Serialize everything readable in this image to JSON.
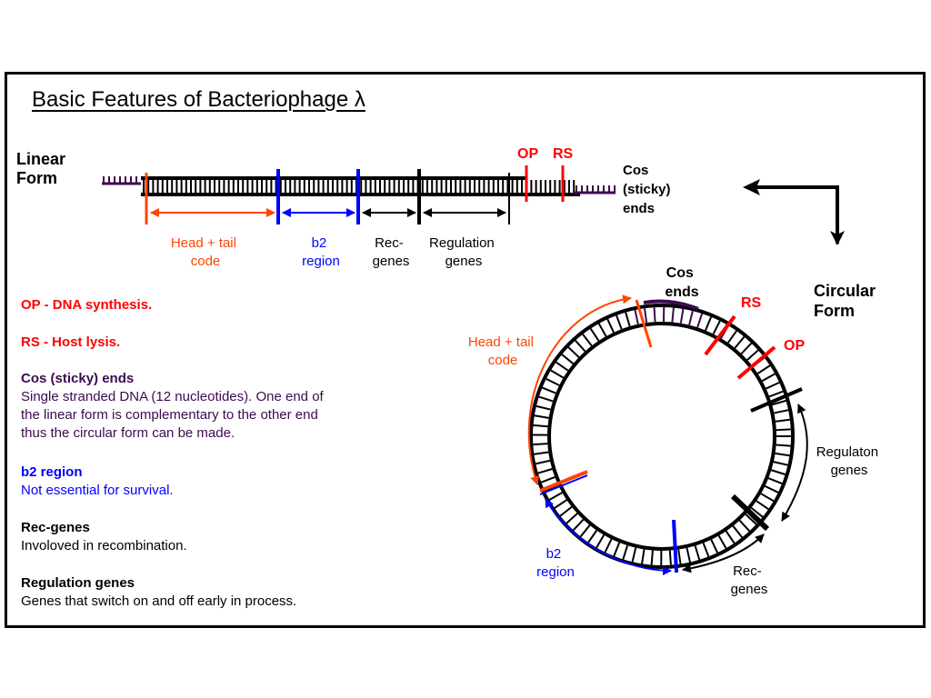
{
  "title": "Basic Features of Bacteriophage λ",
  "linear": {
    "form_label": [
      "Linear",
      "Form"
    ],
    "cos_label": [
      "Cos",
      "(sticky)",
      "ends"
    ],
    "op": "OP",
    "rs": "RS",
    "head_tail": [
      "Head + tail",
      "code"
    ],
    "b2": [
      "b2",
      "region"
    ],
    "rec": [
      "Rec-",
      "genes"
    ],
    "regulation": [
      "Regulation",
      "genes"
    ]
  },
  "circular": {
    "form_label": [
      "Circular",
      "Form"
    ],
    "cos_label": [
      "Cos",
      "ends"
    ],
    "rs": "RS",
    "op": "OP",
    "head_tail": [
      "Head + tail",
      "code"
    ],
    "regulation": [
      "Regulaton",
      "genes"
    ],
    "b2": [
      "b2",
      "region"
    ],
    "rec": [
      "Rec-",
      "genes"
    ]
  },
  "legend": {
    "op": "OP - DNA synthesis.",
    "rs": "RS - Host lysis.",
    "cos_head": "Cos (sticky) ends",
    "cos_body": [
      "Single stranded DNA (12 nucleotides).  One end of",
      "the linear form is complementary to the other end",
      "thus the circular form can be made."
    ],
    "b2_head": "b2 region",
    "b2_body": "Not essential for survival.",
    "rec_head": "Rec-genes",
    "rec_body": "Involoved in recombination.",
    "reg_head": "Regulation genes",
    "reg_body": "Genes that switch on and off early in process."
  },
  "colors": {
    "red": "#ff0000",
    "orange": "#ff4500",
    "blue": "#0000ff",
    "purple": "#3d0a4f",
    "black": "#000000"
  }
}
